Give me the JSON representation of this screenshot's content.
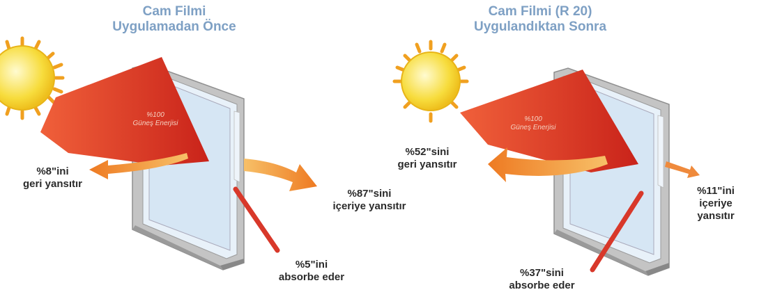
{
  "panels": [
    {
      "title_line1": "Cam Filmi",
      "title_line2": "Uygulamadan Önce",
      "incoming_line1": "%100",
      "incoming_line2": "Güneş Enerjisi",
      "reflected_line1": "%8\"ini",
      "reflected_line2": "geri yansıtır",
      "transmitted_line1": "%87\"sini",
      "transmitted_line2": "içeriye yansıtır",
      "absorbed_line1": "%5\"ini",
      "absorbed_line2": "absorbe eder"
    },
    {
      "title_line1": "Cam Filmi (R 20)",
      "title_line2": "Uygulandıktan Sonra",
      "incoming_line1": "%100",
      "incoming_line2": "Güneş Enerjisi",
      "reflected_line1": "%52\"sini",
      "reflected_line2": "geri yansıtır",
      "transmitted_line1": "%11\"ini",
      "transmitted_line2": "içeriye",
      "transmitted_line3": "yansıtır",
      "absorbed_line1": "%37\"sini",
      "absorbed_line2": "absorbe eder"
    }
  ],
  "colors": {
    "title": "#7ea0c4",
    "sun": "#f7dc3c",
    "sun_rays": "#f0a020",
    "incoming_arrow": "#e23a24",
    "reflect_arrow": "#f08a2c",
    "absorb_bar": "#d8382a",
    "frame": "#b9b9b9",
    "glass": "#dcebf7"
  }
}
